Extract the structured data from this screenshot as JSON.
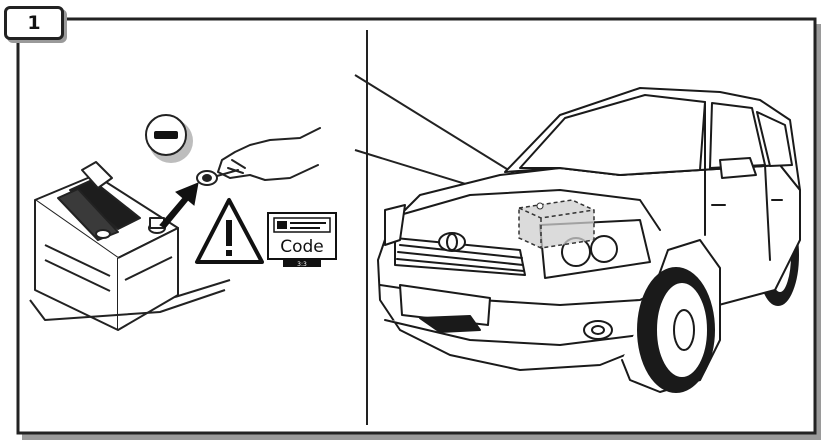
{
  "step": {
    "number": "1"
  },
  "left_panel": {
    "minus_symbol": "minus-icon",
    "code_label": {
      "code_text": "Code",
      "sub_text": "3:3"
    },
    "warning_symbol": "warning-triangle-icon"
  },
  "colors": {
    "frame": "#222222",
    "shadow": "#9a9a9a",
    "highlight_box": "#cfcfcf"
  }
}
